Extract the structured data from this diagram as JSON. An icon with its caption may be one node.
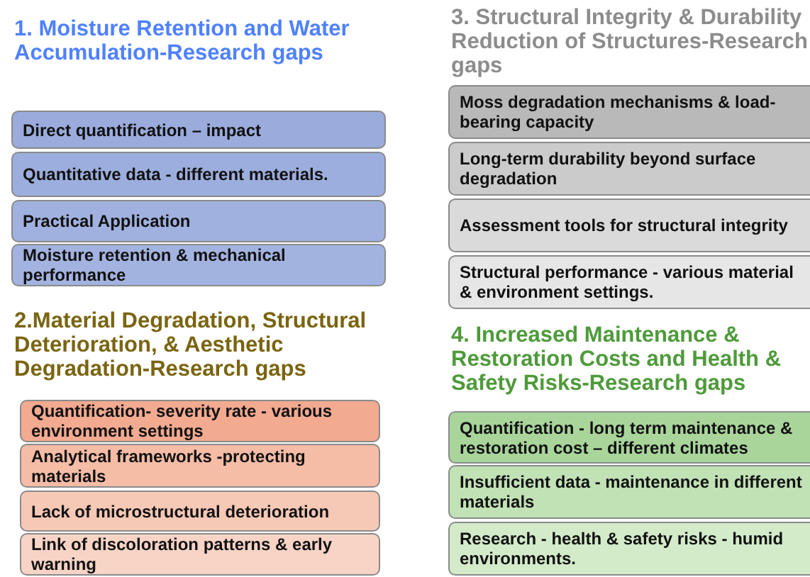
{
  "diagram": {
    "nodes": [
      {
        "text": [
          "Direct quantification – impact"
        ]
      },
      {
        "text": [
          "Quantitative data - different materials."
        ]
      },
      {
        "text": [
          "Practical Application"
        ]
      },
      {
        "text": [
          "Moisture retention & mechanical performance"
        ]
      },
      {
        "text": [
          "Quantification- severity rate - various environment settings"
        ]
      },
      {
        "text": [
          "Analytical frameworks -protecting materials"
        ]
      },
      {
        "text": [
          "Lack of microstructural deterioration"
        ]
      },
      {
        "text": [
          "Link of discoloration patterns & early warning"
        ]
      },
      {
        "text": [
          "Moss degradation mechanisms & load-bearing capacity"
        ]
      },
      {
        "text": [
          "Long-term durability beyond surface degradation"
        ]
      },
      {
        "text": [
          "Assessment tools for structural integrity"
        ]
      },
      {
        "text": [
          "Structural performance - various material & environment settings."
        ]
      },
      {
        "text": [
          "Quantification - long term maintenance & restoration cost – different climates"
        ]
      },
      {
        "text": [
          "Insufficient data - maintenance in different materials"
        ]
      },
      {
        "text": [
          "Research - health & safety risks - humid environments."
        ]
      }
    ],
    "edges": [],
    "labels": [
      "1. Moisture Retention and Water Accumulation-Research gaps",
      "2.Material Degradation, Structural Deterioration, & Aesthetic Degradation-Research gaps",
      "3. Structural Integrity & Durability Reduction of Structures-Research gaps",
      "4. Increased Maintenance & Restoration Costs and Health & Safety Risks-Research gaps"
    ]
  }
}
